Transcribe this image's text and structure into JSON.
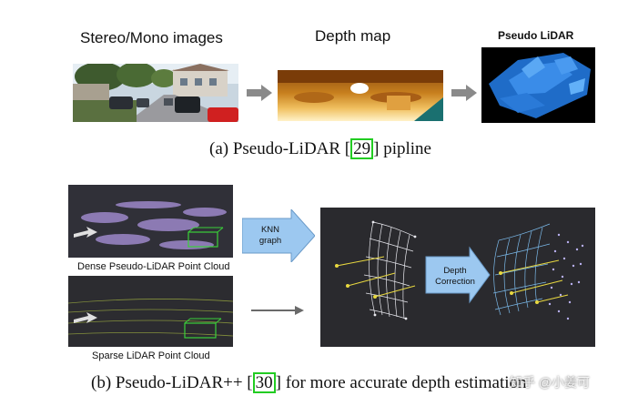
{
  "top": {
    "label_stereo": "Stereo/Mono images",
    "label_depth": "Depth map",
    "label_pseudo": "Pseudo LiDAR",
    "caption_prefix": "(a) Pseudo-LiDAR [",
    "caption_cite": "29",
    "caption_suffix": "] pipline"
  },
  "bottom": {
    "label_dense": "Dense Pseudo-LiDAR Point Cloud",
    "label_sparse": "Sparse LiDAR Point Cloud",
    "knn_line1": "KNN",
    "knn_line2": "graph",
    "depth_line1": "Depth",
    "depth_line2": "Correction",
    "caption_prefix": "(b) Pseudo-LiDAR++ [",
    "caption_cite": "30",
    "caption_suffix": "] for more accurate depth estimation"
  },
  "watermark": "知乎 @小姜可",
  "colors": {
    "arrow_gray": "#8a8a8a",
    "arrow_blue": "#9cc8f0",
    "cite_box": "#22cc22",
    "mesh_white": "#e8e8ee",
    "mesh_blue": "#7ab8e8",
    "ray_yellow": "#e8d840",
    "panel_dark": "#2a2a2e"
  }
}
